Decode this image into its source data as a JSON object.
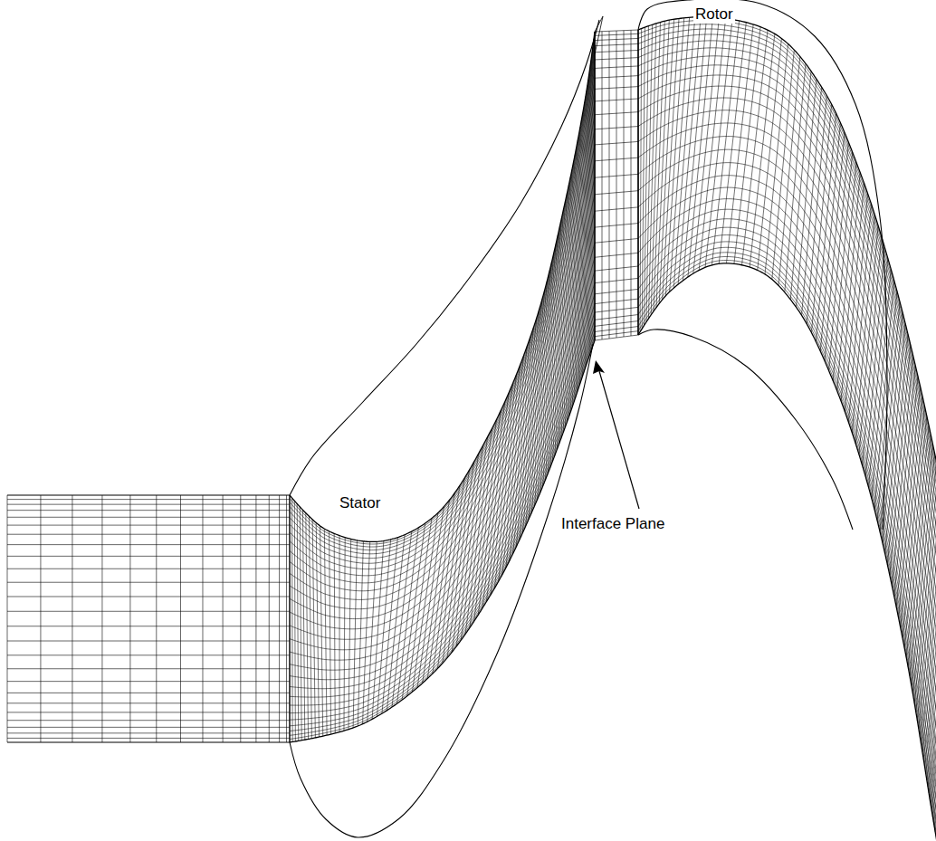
{
  "diagram": {
    "labels": [
      "Rotor",
      "Stator",
      "Interface Plane"
    ]
  }
}
